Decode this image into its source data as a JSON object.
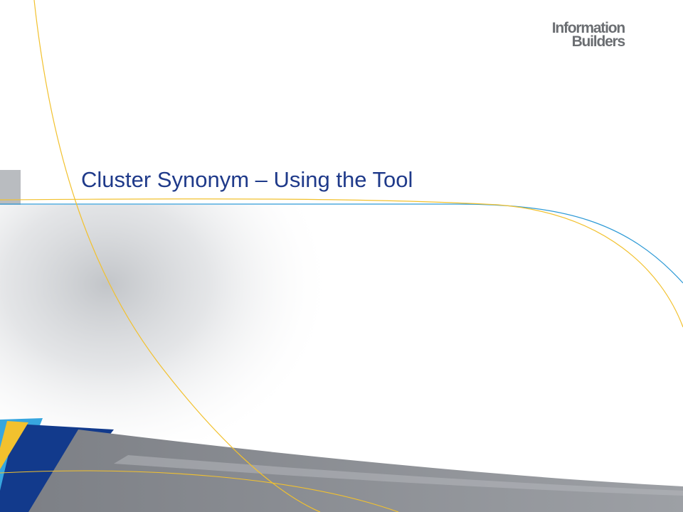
{
  "slide": {
    "title": "Cluster Synonym – Using the Tool",
    "logo": {
      "line1": "Information",
      "line2": "Builders"
    }
  },
  "colors": {
    "title": "#1f3a8a",
    "logo": "#6b6e72",
    "accent_gold": "#f2c12e",
    "accent_blue": "#2e9ad6",
    "band_gray": "#8e9196",
    "band_navy": "#123a8c",
    "band_cyan": "#37a6df"
  }
}
